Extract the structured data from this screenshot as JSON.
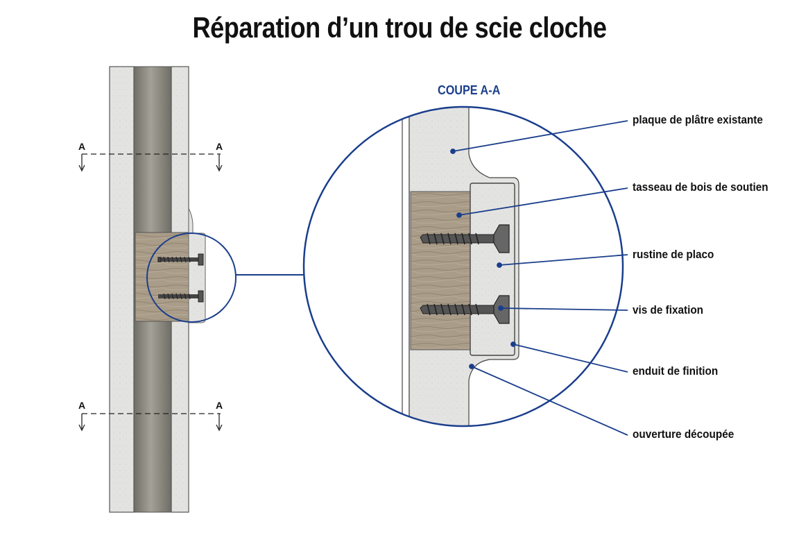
{
  "title": "Réparation d’un trou de scie cloche",
  "section": {
    "marker": "A",
    "detail_title": "COUPE A-A"
  },
  "labels": {
    "existing_plaster": "plaque de plâtre existante",
    "wood_batten": "tasseau de bois de soutien",
    "patch": "rustine de placo",
    "screws": "vis de fixation",
    "finish_coat": "enduit de finition",
    "cut_opening": "ouverture découpée"
  },
  "colors": {
    "accent": "#1a3e8c",
    "plaster": "#e3e3e1",
    "cavity": "#8d8a80",
    "wood": "#a99c89",
    "screw": "#3a3a3a"
  }
}
